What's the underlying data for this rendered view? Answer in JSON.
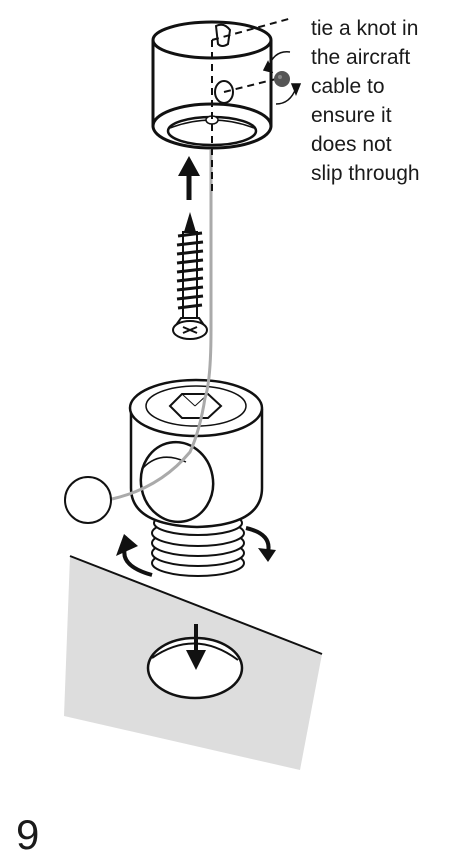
{
  "instruction": {
    "lines": [
      "tie a knot in",
      "the aircraft",
      "cable to",
      "ensure it",
      "does not",
      "slip through"
    ]
  },
  "page_number": "9",
  "icons": {
    "end_cap": "cable-end-cap-icon",
    "knot": "knot-bead-icon",
    "screw": "wood-screw-icon",
    "fitting": "threaded-hex-fitting-icon",
    "ceiling": "ceiling-panel-icon",
    "cable": "aircraft-cable-icon"
  },
  "colors": {
    "line": "#111111",
    "panel": "#dddddd",
    "cable": "#aaaaaa"
  }
}
